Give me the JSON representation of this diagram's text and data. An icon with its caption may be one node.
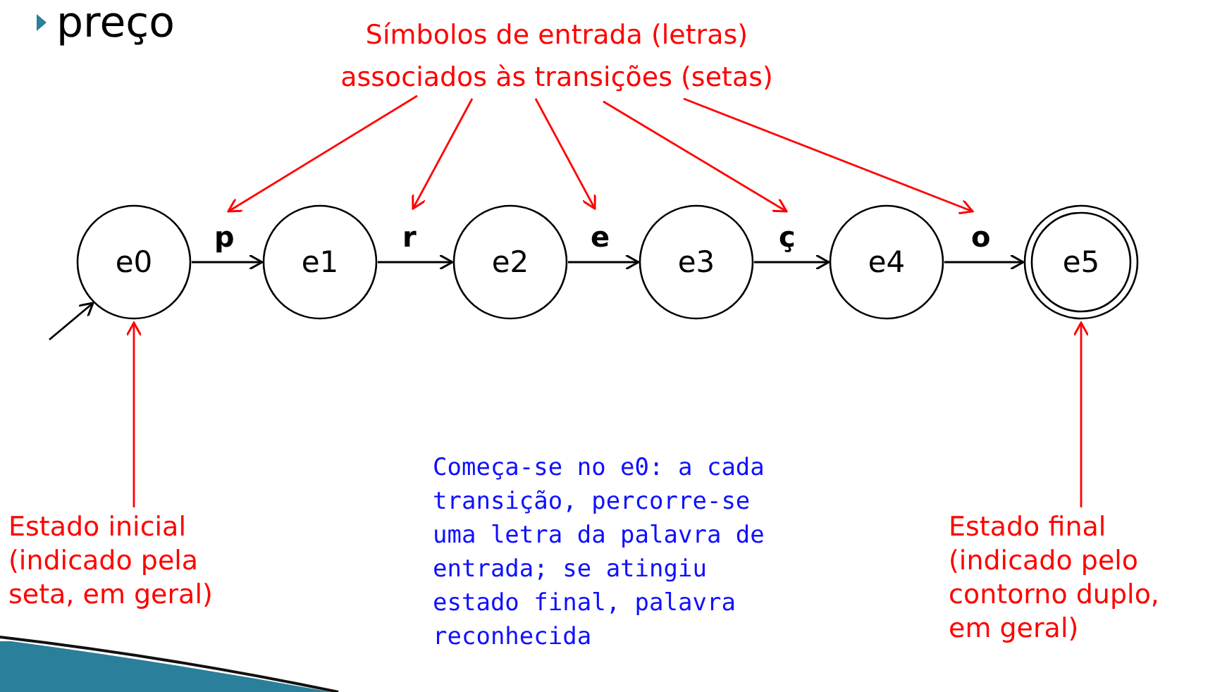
{
  "diagram": {
    "nodes": [
      {
        "text": [
          "e0"
        ]
      },
      {
        "text": [
          "e1"
        ]
      },
      {
        "text": [
          "e2"
        ]
      },
      {
        "text": [
          "e3"
        ]
      },
      {
        "text": [
          "e4"
        ]
      },
      {
        "text": [
          "e5"
        ]
      },
      {
        "text": [
          "Símbolos de entrada (letras) associados às transições (setas)"
        ]
      },
      {
        "text": [
          "Estado inicial (indicado pela seta, em geral)"
        ]
      },
      {
        "text": [
          "Estado final (indicado pelo contorno duplo, em geral)"
        ]
      }
    ],
    "edges": [
      {
        "from": null,
        "to": 0,
        "arrow": "to",
        "color": "#000000"
      },
      {
        "from": 0,
        "to": 1,
        "arrow": "to",
        "label": "p",
        "color": "#000000"
      },
      {
        "from": 1,
        "to": 2,
        "arrow": "to",
        "label": "r",
        "color": "#000000"
      },
      {
        "from": 2,
        "to": 3,
        "arrow": "to",
        "label": "e",
        "color": "#000000"
      },
      {
        "from": 3,
        "to": 4,
        "arrow": "to",
        "label": "ç",
        "color": "#000000"
      },
      {
        "from": 4,
        "to": 5,
        "arrow": "to",
        "label": "o",
        "color": "#000000"
      },
      {
        "from": 6,
        "to": null,
        "arrow": "to",
        "color": "#ff0000"
      },
      {
        "from": 6,
        "to": null,
        "arrow": "to",
        "color": "#ff0000"
      },
      {
        "from": 6,
        "to": null,
        "arrow": "to",
        "color": "#ff0000"
      },
      {
        "from": 6,
        "to": null,
        "arrow": "to",
        "color": "#ff0000"
      },
      {
        "from": 6,
        "to": null,
        "arrow": "to",
        "color": "#ff0000"
      },
      {
        "from": 7,
        "to": 0,
        "arrow": "to",
        "color": "#ff0000"
      },
      {
        "from": 8,
        "to": 5,
        "arrow": "to",
        "color": "#ff0000"
      }
    ],
    "labels": [
      "preço",
      "Começa-se no e0: a cada transição, percorre-se uma letra da palavra de entrada; se atingiu estado final, palavra reconhecida"
    ]
  }
}
